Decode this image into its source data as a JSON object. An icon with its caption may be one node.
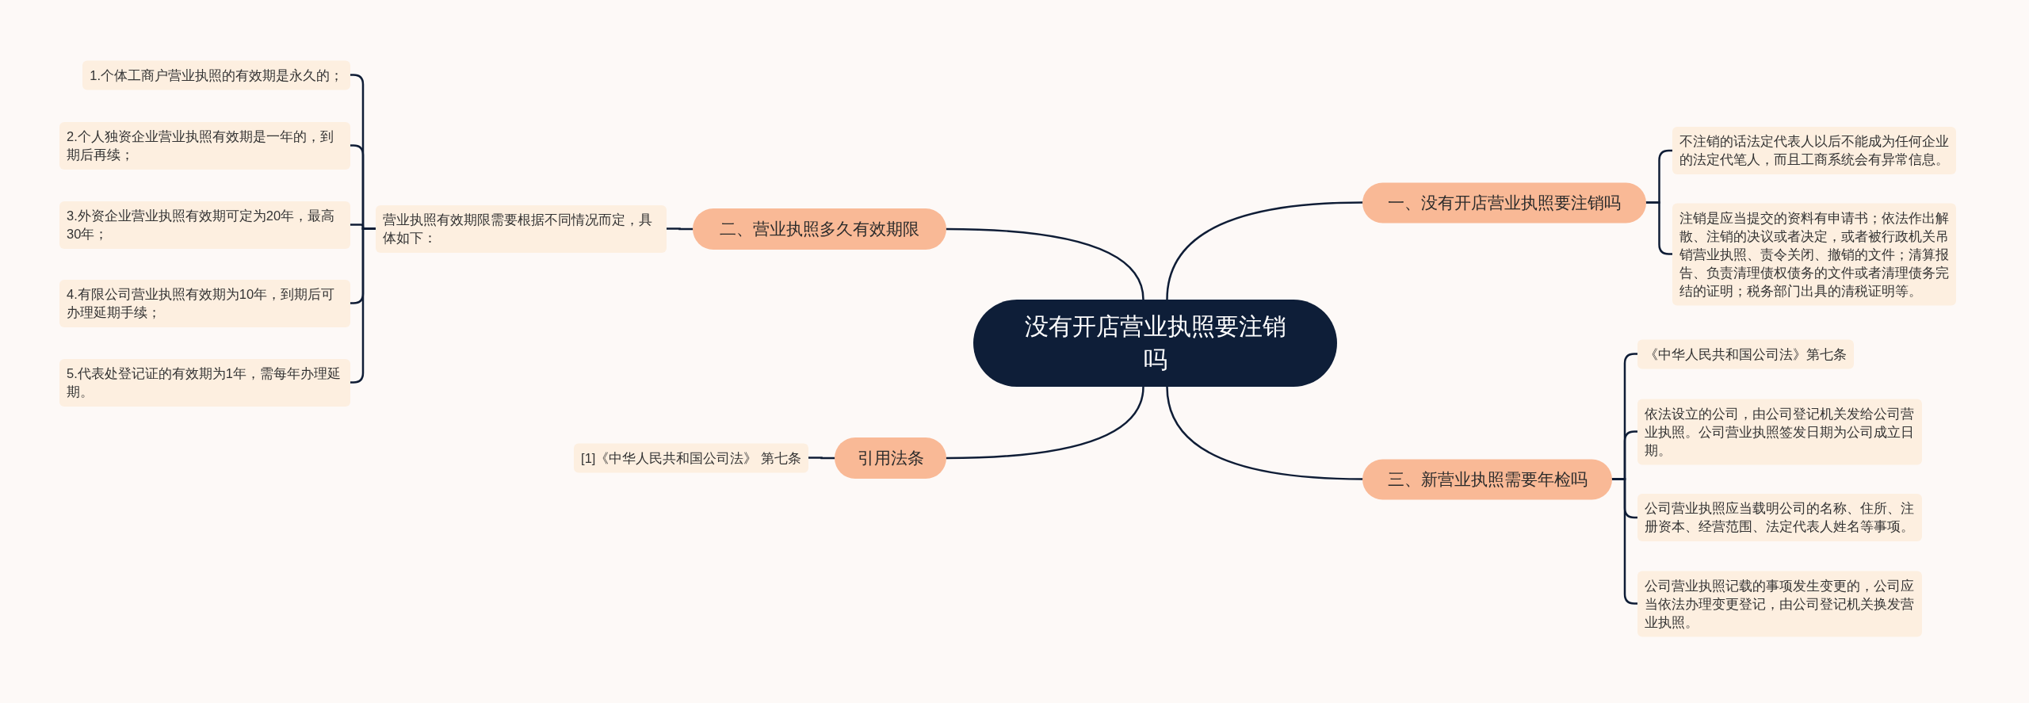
{
  "diagram": {
    "nodes": [
      {
        "text": [
          "没有开店营业执照要注销吗"
        ]
      },
      {
        "text": [
          "一、没有开店营业执照要注销吗"
        ]
      },
      {
        "text": [
          "不注销的话法定代表人以后不能成为任何企业的法定代笔人，而且工商系统会有异常信息。"
        ]
      },
      {
        "text": [
          "注销是应当提交的资料有申请书；依法作出解散、注销的决议或者决定，或者被行政机关吊销营业执照、责令关闭、撤销的文件；清算报告、负责清理债权债务的文件或者清理债务完结的证明；税务部门出具的清税证明等。"
        ]
      },
      {
        "text": [
          "二、营业执照多久有效期限"
        ]
      },
      {
        "text": [
          "营业执照有效期限需要根据不同情况而定，具体如下："
        ]
      },
      {
        "text": [
          "1.个体工商户营业执照的有效期是永久的；"
        ]
      },
      {
        "text": [
          "2.个人独资企业营业执照有效期是一年的，到期后再续；"
        ]
      },
      {
        "text": [
          "3.外资企业营业执照有效期可定为20年，最高30年；"
        ]
      },
      {
        "text": [
          "4.有限公司营业执照有效期为10年，到期后可办理延期手续；"
        ]
      },
      {
        "text": [
          "5.代表处登记证的有效期为1年，需每年办理延期。"
        ]
      },
      {
        "text": [
          "三、新营业执照需要年检吗"
        ]
      },
      {
        "text": [
          "《中华人民共和国公司法》第七条"
        ]
      },
      {
        "text": [
          "依法设立的公司，由公司登记机关发给公司营业执照。公司营业执照签发日期为公司成立日期。"
        ]
      },
      {
        "text": [
          "公司营业执照应当载明公司的名称、住所、注册资本、经营范围、法定代表人姓名等事项。"
        ]
      },
      {
        "text": [
          "公司营业执照记载的事项发生变更的，公司应当依法办理变更登记，由公司登记机关换发营业执照。"
        ]
      },
      {
        "text": [
          "引用法条"
        ]
      },
      {
        "text": [
          "[1]《中华人民共和国公司法》 第七条"
        ]
      }
    ],
    "edges": [
      {
        "from": 0,
        "to": 1,
        "arrow": "none"
      },
      {
        "from": 1,
        "to": 2,
        "arrow": "none"
      },
      {
        "from": 1,
        "to": 3,
        "arrow": "none"
      },
      {
        "from": 0,
        "to": 4,
        "arrow": "none"
      },
      {
        "from": 4,
        "to": 5,
        "arrow": "none"
      },
      {
        "from": 5,
        "to": 6,
        "arrow": "none"
      },
      {
        "from": 5,
        "to": 7,
        "arrow": "none"
      },
      {
        "from": 5,
        "to": 8,
        "arrow": "none"
      },
      {
        "from": 5,
        "to": 9,
        "arrow": "none"
      },
      {
        "from": 5,
        "to": 10,
        "arrow": "none"
      },
      {
        "from": 0,
        "to": 11,
        "arrow": "none"
      },
      {
        "from": 11,
        "to": 12,
        "arrow": "none"
      },
      {
        "from": 11,
        "to": 13,
        "arrow": "none"
      },
      {
        "from": 11,
        "to": 14,
        "arrow": "none"
      },
      {
        "from": 11,
        "to": 15,
        "arrow": "none"
      },
      {
        "from": 0,
        "to": 16,
        "arrow": "none"
      },
      {
        "from": 16,
        "to": 17,
        "arrow": "none"
      }
    ]
  }
}
